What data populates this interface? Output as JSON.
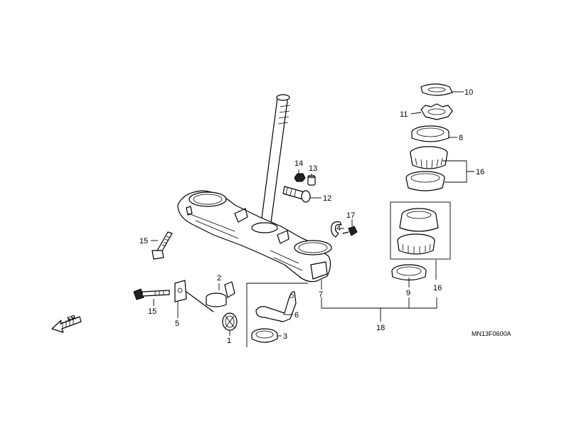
{
  "callouts": {
    "c1": "1",
    "c2": "2",
    "c3": "3",
    "c4": "4",
    "c5": "5",
    "c6": "6",
    "c7": "7",
    "c8": "8",
    "c9": "9",
    "c10": "10",
    "c11": "11",
    "c12": "12",
    "c13": "13",
    "c14": "14",
    "c15a": "15",
    "c15b": "15",
    "c16a": "16",
    "c16b": "16",
    "c17": "17",
    "c18": "18"
  },
  "direction_label": "FR.",
  "diagram_code": "MN13F0600A"
}
